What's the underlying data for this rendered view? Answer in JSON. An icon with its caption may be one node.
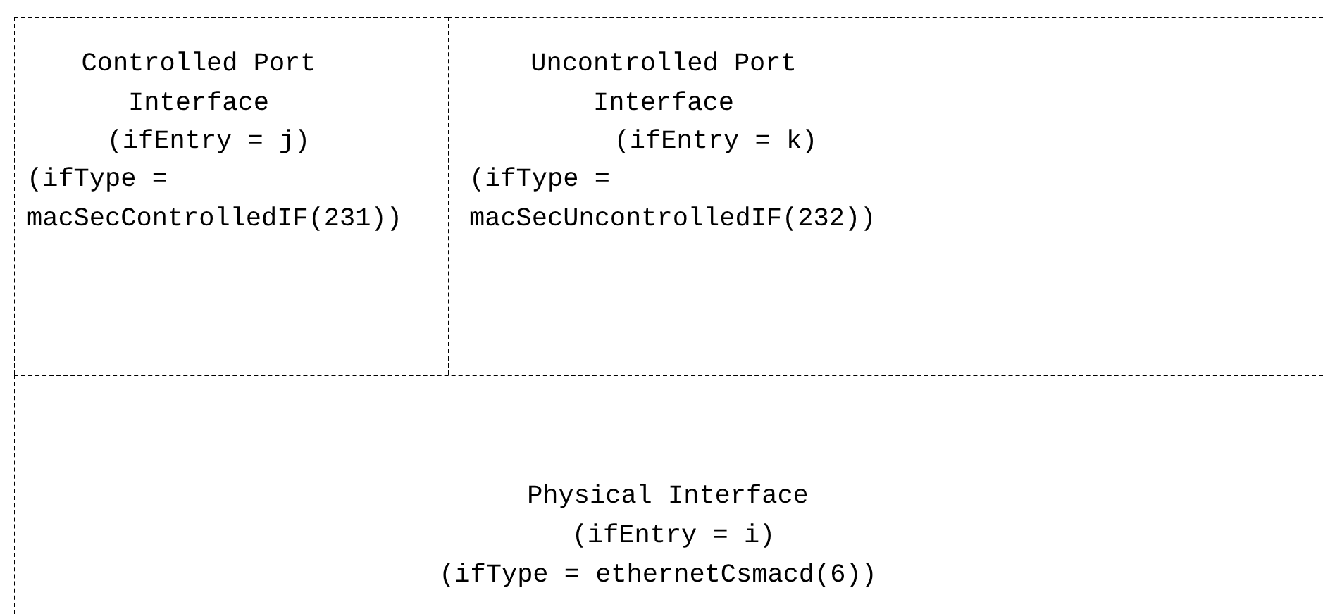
{
  "diagram": {
    "nodes": [
      {
        "text": [
          "Controlled Port Interface",
          "(ifEntry = j)",
          "(ifType = macSecControlledIF(231))"
        ]
      },
      {
        "text": [
          "Uncontrolled Port Interface",
          "(ifEntry = k)",
          "(ifType = macSecUncontrolledIF(232))"
        ]
      },
      {
        "text": [
          "Physical Interface",
          "(ifEntry = i)",
          "(ifType = ethernetCsmacd(6))"
        ]
      }
    ]
  }
}
